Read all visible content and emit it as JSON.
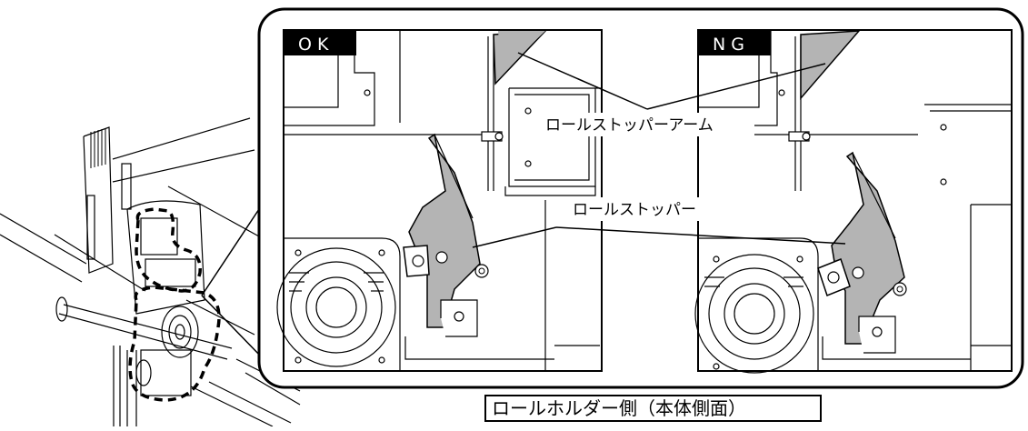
{
  "ok_panel": {
    "badge": "OK"
  },
  "ng_panel": {
    "badge": "NG"
  },
  "callouts": {
    "arm_label": "ロールストッパーアーム",
    "stopper_label": "ロールストッパー"
  },
  "caption": "ロールホルダー側（本体側面）",
  "colors": {
    "part_fill": "#b4b4b4",
    "line": "#000000",
    "badge_bg": "#000000",
    "background": "#ffffff"
  }
}
